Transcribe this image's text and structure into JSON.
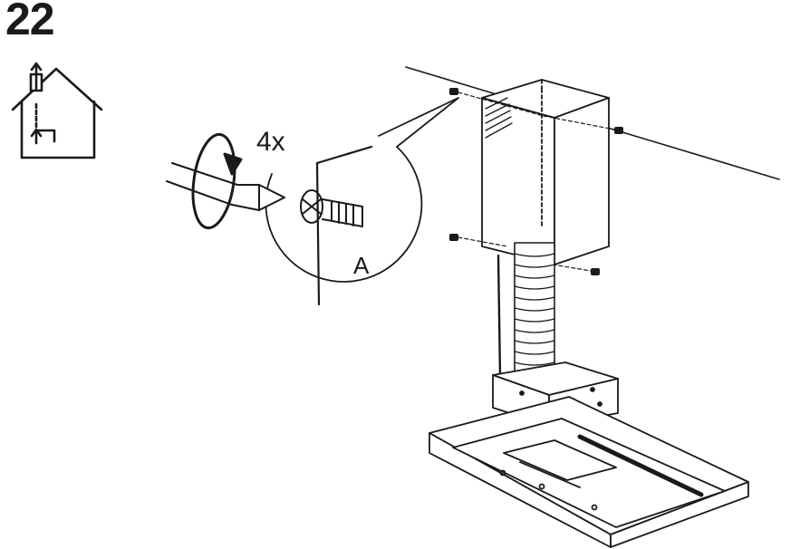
{
  "step": {
    "number": "22"
  },
  "callout": {
    "quantity": "4x",
    "part_label": "A"
  },
  "icons": [
    "house-exhaust-icon",
    "screwdriver-icon",
    "rotate-clockwise-icon",
    "screw-icon"
  ],
  "colors": {
    "ink": "#1a1a1a",
    "paper": "#ffffff",
    "shade": "#555555"
  }
}
